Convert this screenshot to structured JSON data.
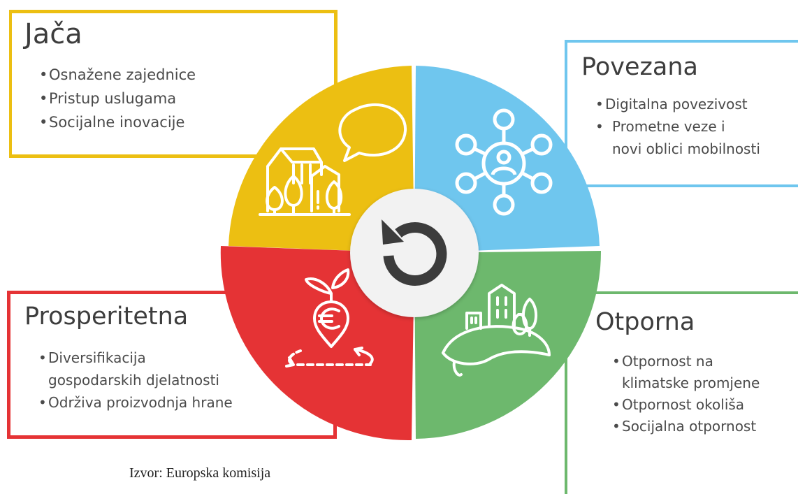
{
  "colors": {
    "yellow": "#ecbf12",
    "blue": "#6fc6ee",
    "green": "#6db86d",
    "red": "#e53335",
    "hub_bg": "#f2f2f2",
    "hub_arrow": "#3c3c3c"
  },
  "sections": {
    "strong": {
      "title": "Jača",
      "items": [
        "Osnažene zajednice",
        "Pristup uslugama",
        "Socijalne inovacije"
      ],
      "icon": "village-speech-bubble-icon"
    },
    "connected": {
      "title": "Povezana",
      "items": [
        "Digitalna povezivost",
        "Prometne veze i",
        "novi oblici mobilnosti"
      ],
      "icon": "network-person-icon"
    },
    "prosperous": {
      "title": "Prosperitetna",
      "items": [
        "Diversifikacija",
        "gospodarskih djelatnosti",
        "Održiva proizvodnja hrane"
      ],
      "icon": "euro-sprout-icon"
    },
    "resilient": {
      "title": "Otporna",
      "items": [
        "Otpornost na",
        "klimatske promjene",
        "Otpornost okoliša",
        "Socijalna otpornost"
      ],
      "icon": "town-hill-leaf-icon"
    }
  },
  "center_icon": "cycle-arrow-icon",
  "source": "Izvor: Europska komisija"
}
